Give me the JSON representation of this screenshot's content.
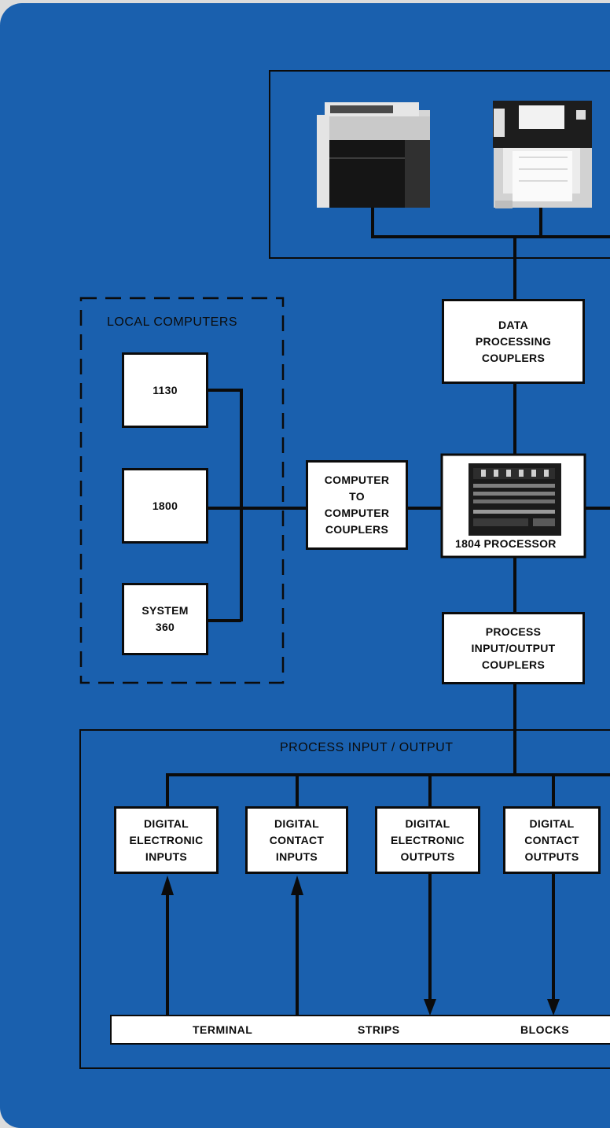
{
  "colors": {
    "background": "#1a60ae",
    "box": "#ffffff",
    "line": "#0b0b0b"
  },
  "local_computers": {
    "title": "LOCAL COMPUTERS",
    "items": [
      "1130",
      "1800",
      "SYSTEM\n360"
    ]
  },
  "couplers": {
    "data_processing": "DATA\nPROCESSING\nCOUPLERS",
    "computer_to_computer": "COMPUTER\nTO\nCOMPUTER\nCOUPLERS",
    "process_io": "PROCESS\nINPUT/OUTPUT\nCOUPLERS"
  },
  "processor": {
    "label": "1804 PROCESSOR"
  },
  "process_io": {
    "title": "PROCESS INPUT / OUTPUT",
    "modules": [
      "DIGITAL\nELECTRONIC\nINPUTS",
      "DIGITAL\nCONTACT\nINPUTS",
      "DIGITAL\nELECTRONIC\nOUTPUTS",
      "DIGITAL\nCONTACT\nOUTPUTS"
    ]
  },
  "terminal_bar": {
    "left": "TERMINAL",
    "middle": "STRIPS",
    "right": "BLOCKS"
  }
}
